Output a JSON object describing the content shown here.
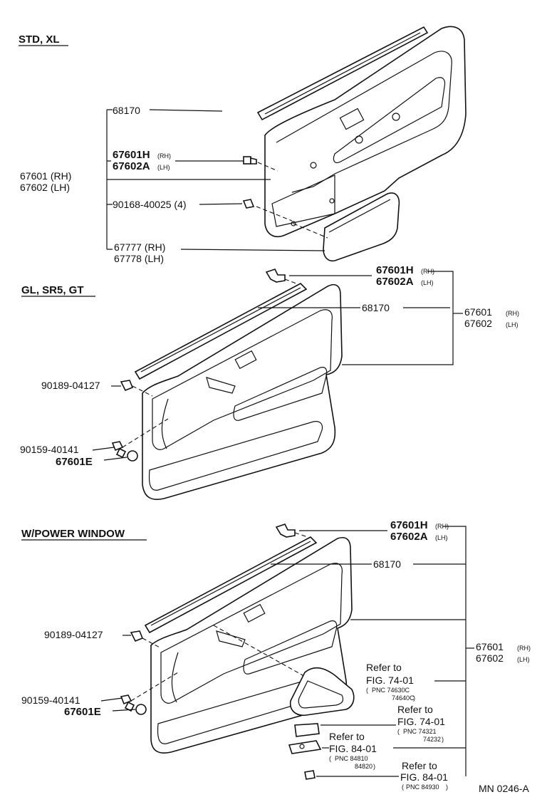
{
  "diagram_id": "MN 0246-A",
  "sections": {
    "std": {
      "title": "STD, XL",
      "labels": {
        "weatherstrip": "68170",
        "clip_h": "67601H",
        "clip_h_side": "(RH)",
        "clip_a": "67602A",
        "clip_a_side": "(LH)",
        "panel_rh": "67601 (RH)",
        "panel_lh": "67602 (LH)",
        "screw": "90168-40025 (4)",
        "pocket_rh": "67777 (RH)",
        "pocket_lh": "67778 (LH)"
      }
    },
    "gl": {
      "title": "GL, SR5, GT",
      "labels": {
        "clip_h": "67601H",
        "clip_h_side": "(RH)",
        "clip_a": "67602A",
        "clip_a_side": "(LH)",
        "weatherstrip": "68170",
        "panel_rh": "67601",
        "panel_rh_side": "(RH)",
        "panel_lh": "67602",
        "panel_lh_side": "(LH)",
        "clip1": "90189-04127",
        "screw": "90159-40141",
        "cap": "67601E"
      }
    },
    "pw": {
      "title": "W/POWER WINDOW",
      "labels": {
        "clip_h": "67601H",
        "clip_h_side": "(RH)",
        "clip_a": "67602A",
        "clip_a_side": "(LH)",
        "weatherstrip": "68170",
        "panel_rh": "67601",
        "panel_rh_side": "(RH)",
        "panel_lh": "67602",
        "panel_lh_side": "(LH)",
        "clip1": "90189-04127",
        "screw": "90159-40141",
        "cap": "67601E",
        "ref1_line1": "Refer to",
        "ref1_line2": "FIG. 74-01",
        "ref1_pnc1": "PNC 74630C",
        "ref1_pnc2": "74640C",
        "ref2_line1": "Refer to",
        "ref2_line2": "FIG. 74-01",
        "ref2_pnc1": "PNC 74321",
        "ref2_pnc2": "74232",
        "ref3_line1": "Refer to",
        "ref3_line2": "FIG. 84-01",
        "ref3_pnc1": "PNC 84810",
        "ref3_pnc2": "84820",
        "ref4_line1": "Refer to",
        "ref4_line2": "FIG. 84-01",
        "ref4_pnc1": "PNC 84930"
      }
    }
  }
}
